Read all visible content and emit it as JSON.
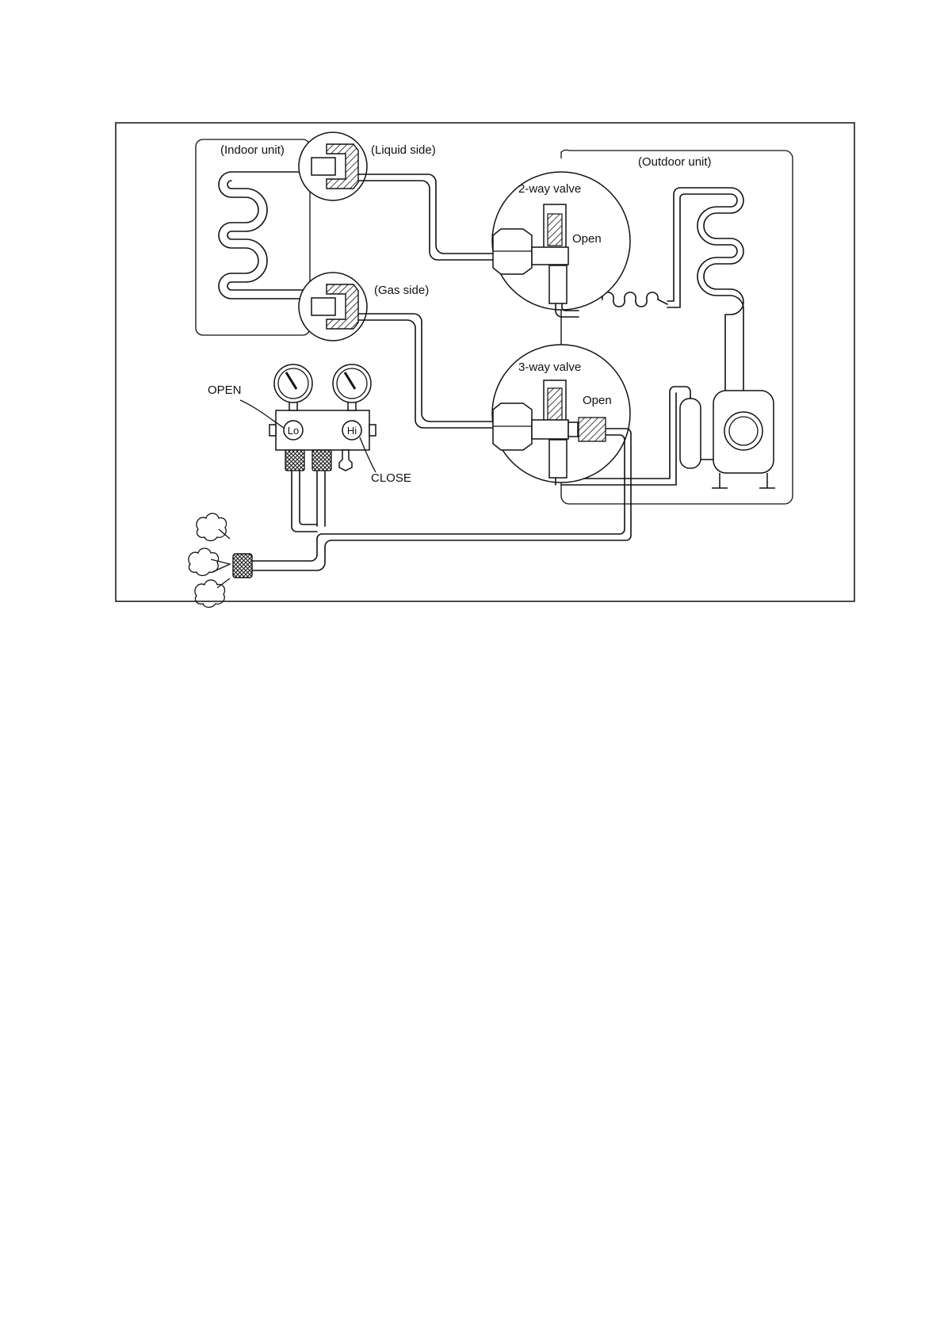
{
  "labels": {
    "indoor_unit": "(Indoor unit)",
    "liquid_side": "(Liquid side)",
    "gas_side": "(Gas side)",
    "outdoor_unit": "(Outdoor unit)",
    "two_way_valve": "2-way valve",
    "two_way_state": "Open",
    "three_way_valve": "3-way valve",
    "three_way_state": "Open",
    "lo_valve_state": "OPEN",
    "hi_valve_state": "CLOSE",
    "lo_knob": "Lo",
    "hi_knob": "Hi"
  },
  "icons": [
    "refrigerant-gas-cloud-icon",
    "pressure-gauge-icon"
  ]
}
